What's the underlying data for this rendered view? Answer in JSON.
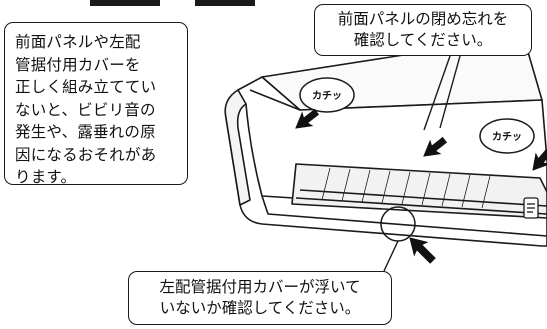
{
  "header_partial": "…",
  "callout_left": {
    "text": "前面パネルや左配\n管据付用カバーを\n正しく組み立ててい\nないと、ビビリ音の\n発生や、露垂れの原\n因になるおそれがあ\nります。"
  },
  "callout_top_right": {
    "text": "前面パネルの閉め忘れを\n確認してください。"
  },
  "callout_bottom": {
    "text": "左配管据付用カバーが浮いて\nいないか確認してください。"
  },
  "click_label_left": "カチッ",
  "click_label_right": "カチッ",
  "colors": {
    "line": "#1a1a1a",
    "fill": "#ffffff",
    "shade": "#dcdcdc"
  },
  "icons": [
    "click-bubble-icon",
    "arrow-icon",
    "remote-sensor-icon"
  ]
}
